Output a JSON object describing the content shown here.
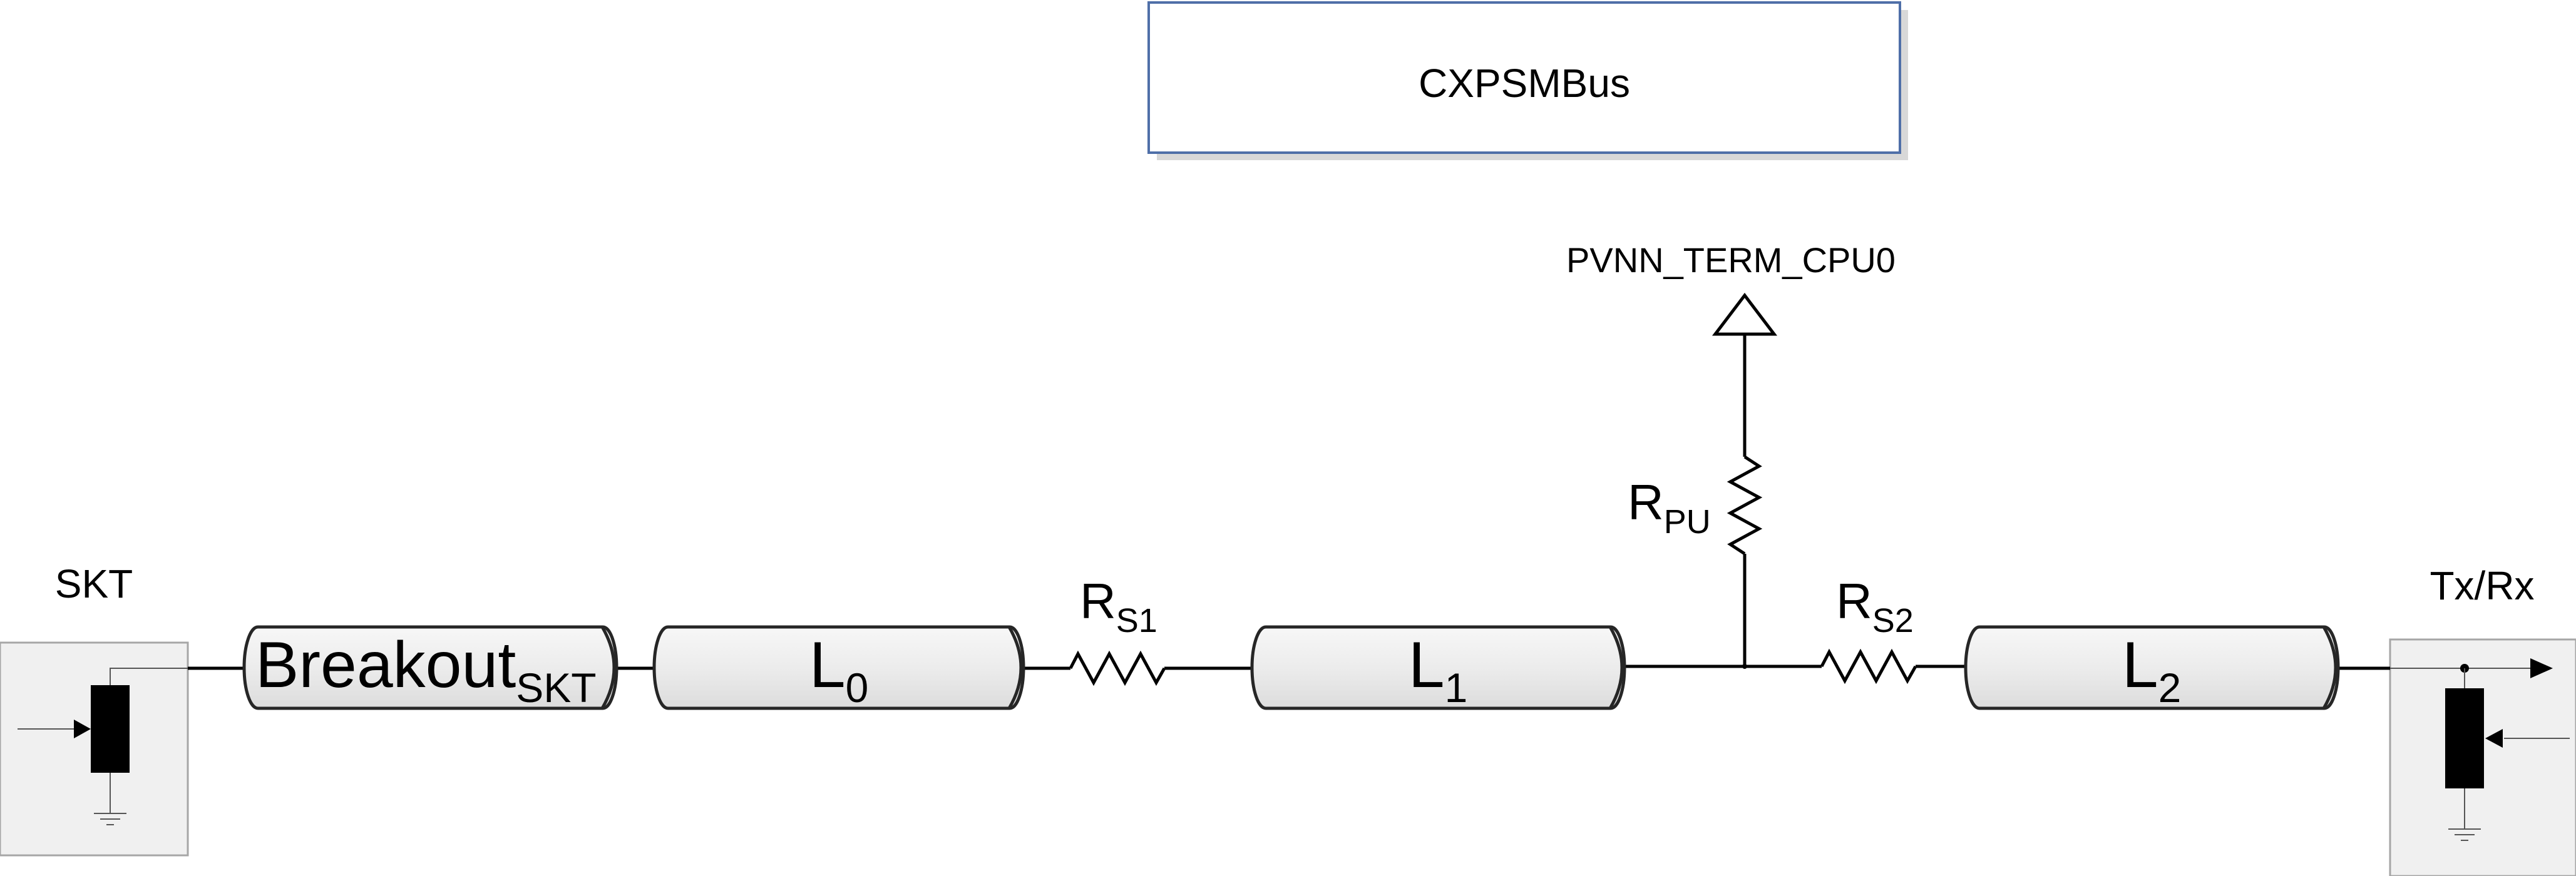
{
  "title_box": {
    "label": "CXPSMBus"
  },
  "supply": {
    "label": "PVNN_TERM_CPU0"
  },
  "endpoints": {
    "left": {
      "label": "SKT"
    },
    "right": {
      "label": "Tx/Rx"
    }
  },
  "transmission_lines": [
    {
      "main": "Breakout",
      "sub": "SKT"
    },
    {
      "main": "L",
      "sub": "0"
    },
    {
      "main": "L",
      "sub": "1"
    },
    {
      "main": "L",
      "sub": "2"
    }
  ],
  "resistors": {
    "rs1": {
      "main": "R",
      "sub": "S1"
    },
    "rs2": {
      "main": "R",
      "sub": "S2"
    },
    "rpu": {
      "main": "R",
      "sub": "PU"
    }
  },
  "colors": {
    "title_border": "#4f6fa8",
    "title_shadow": "#d8d8d8",
    "box_fill": "#f0f0f0",
    "box_border": "#a6a6a6"
  }
}
